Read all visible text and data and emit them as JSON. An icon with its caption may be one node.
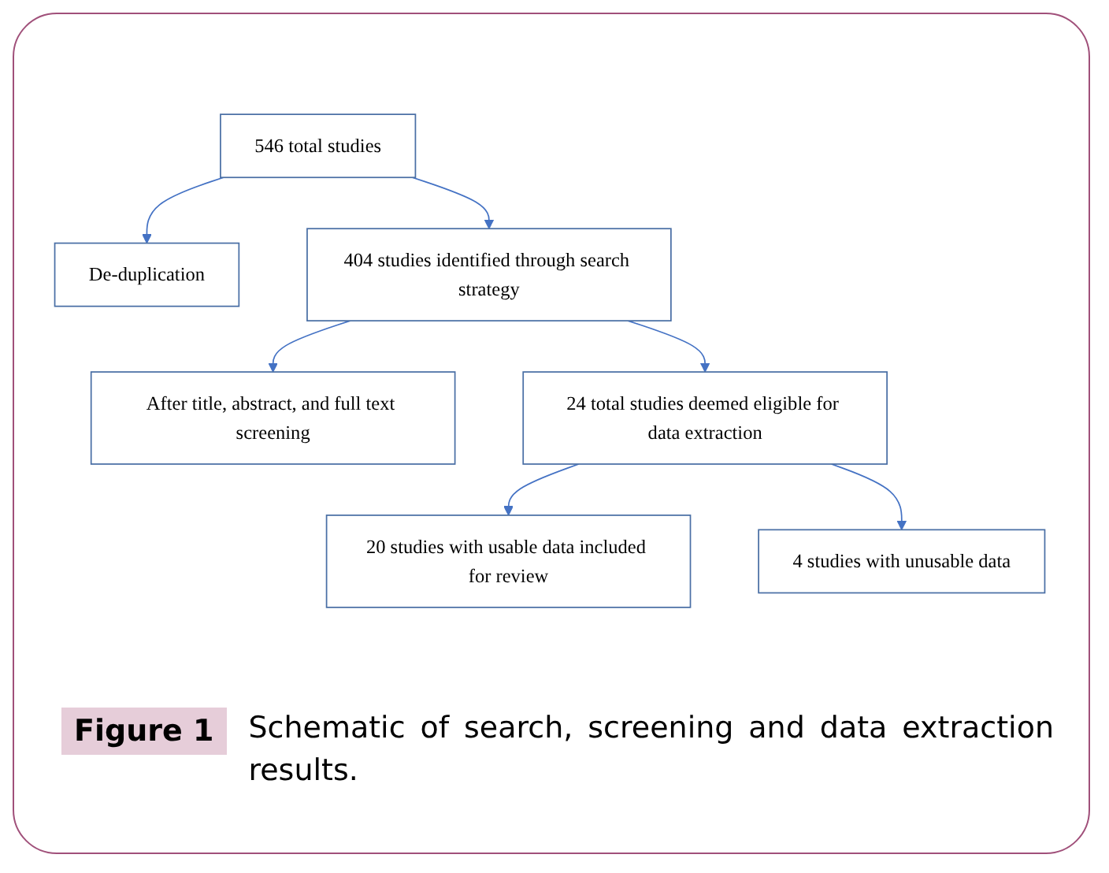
{
  "diagram": {
    "caption": "Schematic of search, screening and data extraction results.",
    "nodes": [
      {
        "text": [
          "546 total studies"
        ]
      },
      {
        "text": [
          "De-duplication"
        ]
      },
      {
        "text": [
          "404 studies identified through search strategy"
        ]
      },
      {
        "text": [
          "After title, abstract, and full text screening"
        ]
      },
      {
        "text": [
          "24 total studies deemed eligible for data extraction"
        ]
      },
      {
        "text": [
          "4 studies with unusable data"
        ]
      },
      {
        "text": [
          "20 studies with usable data included for review"
        ]
      }
    ],
    "edges": [
      {
        "from": 0,
        "to": 2,
        "arrow": "to"
      },
      {
        "from": 0,
        "to": 1,
        "arrow": "to"
      },
      {
        "from": 2,
        "to": 4,
        "arrow": "to"
      },
      {
        "from": 2,
        "to": 3,
        "arrow": "to"
      },
      {
        "from": 4,
        "to": 6,
        "arrow": "to"
      },
      {
        "from": 4,
        "to": 5,
        "arrow": "to"
      }
    ],
    "labels": [
      "Figure 1"
    ]
  }
}
